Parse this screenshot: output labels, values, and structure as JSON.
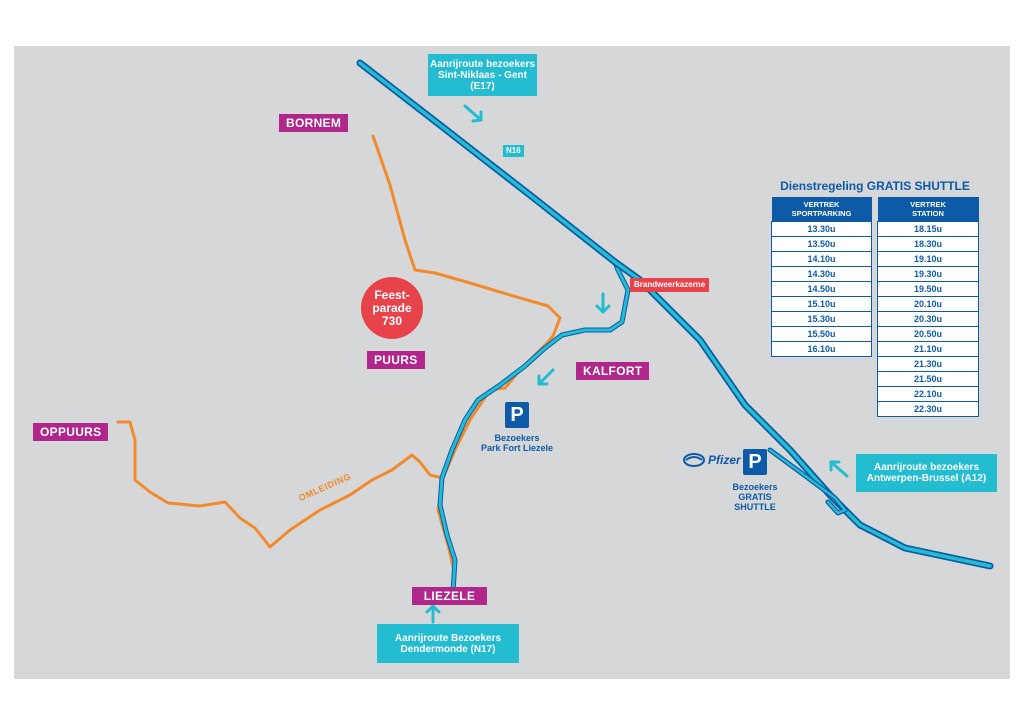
{
  "places": {
    "bornem": "BORNEM",
    "puurs": "PUURS",
    "kalfort": "KALFORT",
    "oppuurs": "OPPUURS",
    "liezele": "LIEZELE"
  },
  "routes": {
    "top": {
      "line1": "Aanrijroute bezoekers",
      "line2": "Sint-Niklaas - Gent (E17)"
    },
    "right": {
      "line1": "Aanrijroute bezoekers",
      "line2": "Antwerpen-Brussel (A12)"
    },
    "bottom": {
      "line1": "Aanrijroute Bezoekers",
      "line2": "Dendermonde (N17)"
    }
  },
  "road_labels": {
    "n16": "N16",
    "omleiding": "OMLEIDING"
  },
  "fire_station": "Brandweerkazerne",
  "event": {
    "line1": "Feest-",
    "line2": "parade",
    "line3": "730"
  },
  "parking": {
    "symbol": "P",
    "fort": {
      "line1": "Bezoekers",
      "line2": "Park Fort Liezele"
    },
    "shuttle": {
      "line1": "Bezoekers",
      "line2": "GRATIS",
      "line3": "SHUTTLE"
    }
  },
  "pfizer_logo": "Pfizer",
  "schedule": {
    "title": "Dienstregeling GRATIS SHUTTLE",
    "col1": {
      "header1": "VERTREK",
      "header2": "SPORTPARKING",
      "times": [
        "13.30u",
        "13.50u",
        "14.10u",
        "14.30u",
        "14.50u",
        "15.10u",
        "15.30u",
        "15.50u",
        "16.10u"
      ]
    },
    "col2": {
      "header1": "VERTREK",
      "header2": "STATION",
      "times": [
        "18.15u",
        "18.30u",
        "19.10u",
        "19.30u",
        "19.50u",
        "20.10u",
        "20.30u",
        "20.50u",
        "21.10u",
        "21.30u",
        "21.50u",
        "22.10u",
        "22.30u"
      ]
    }
  },
  "colors": {
    "highway": "#24bcd0",
    "highway_edge": "#0d5aa7",
    "detour": "#f28a2b",
    "place": "#b0268b",
    "accent_red": "#e8434a",
    "map_bg": "#d6d7d9"
  }
}
